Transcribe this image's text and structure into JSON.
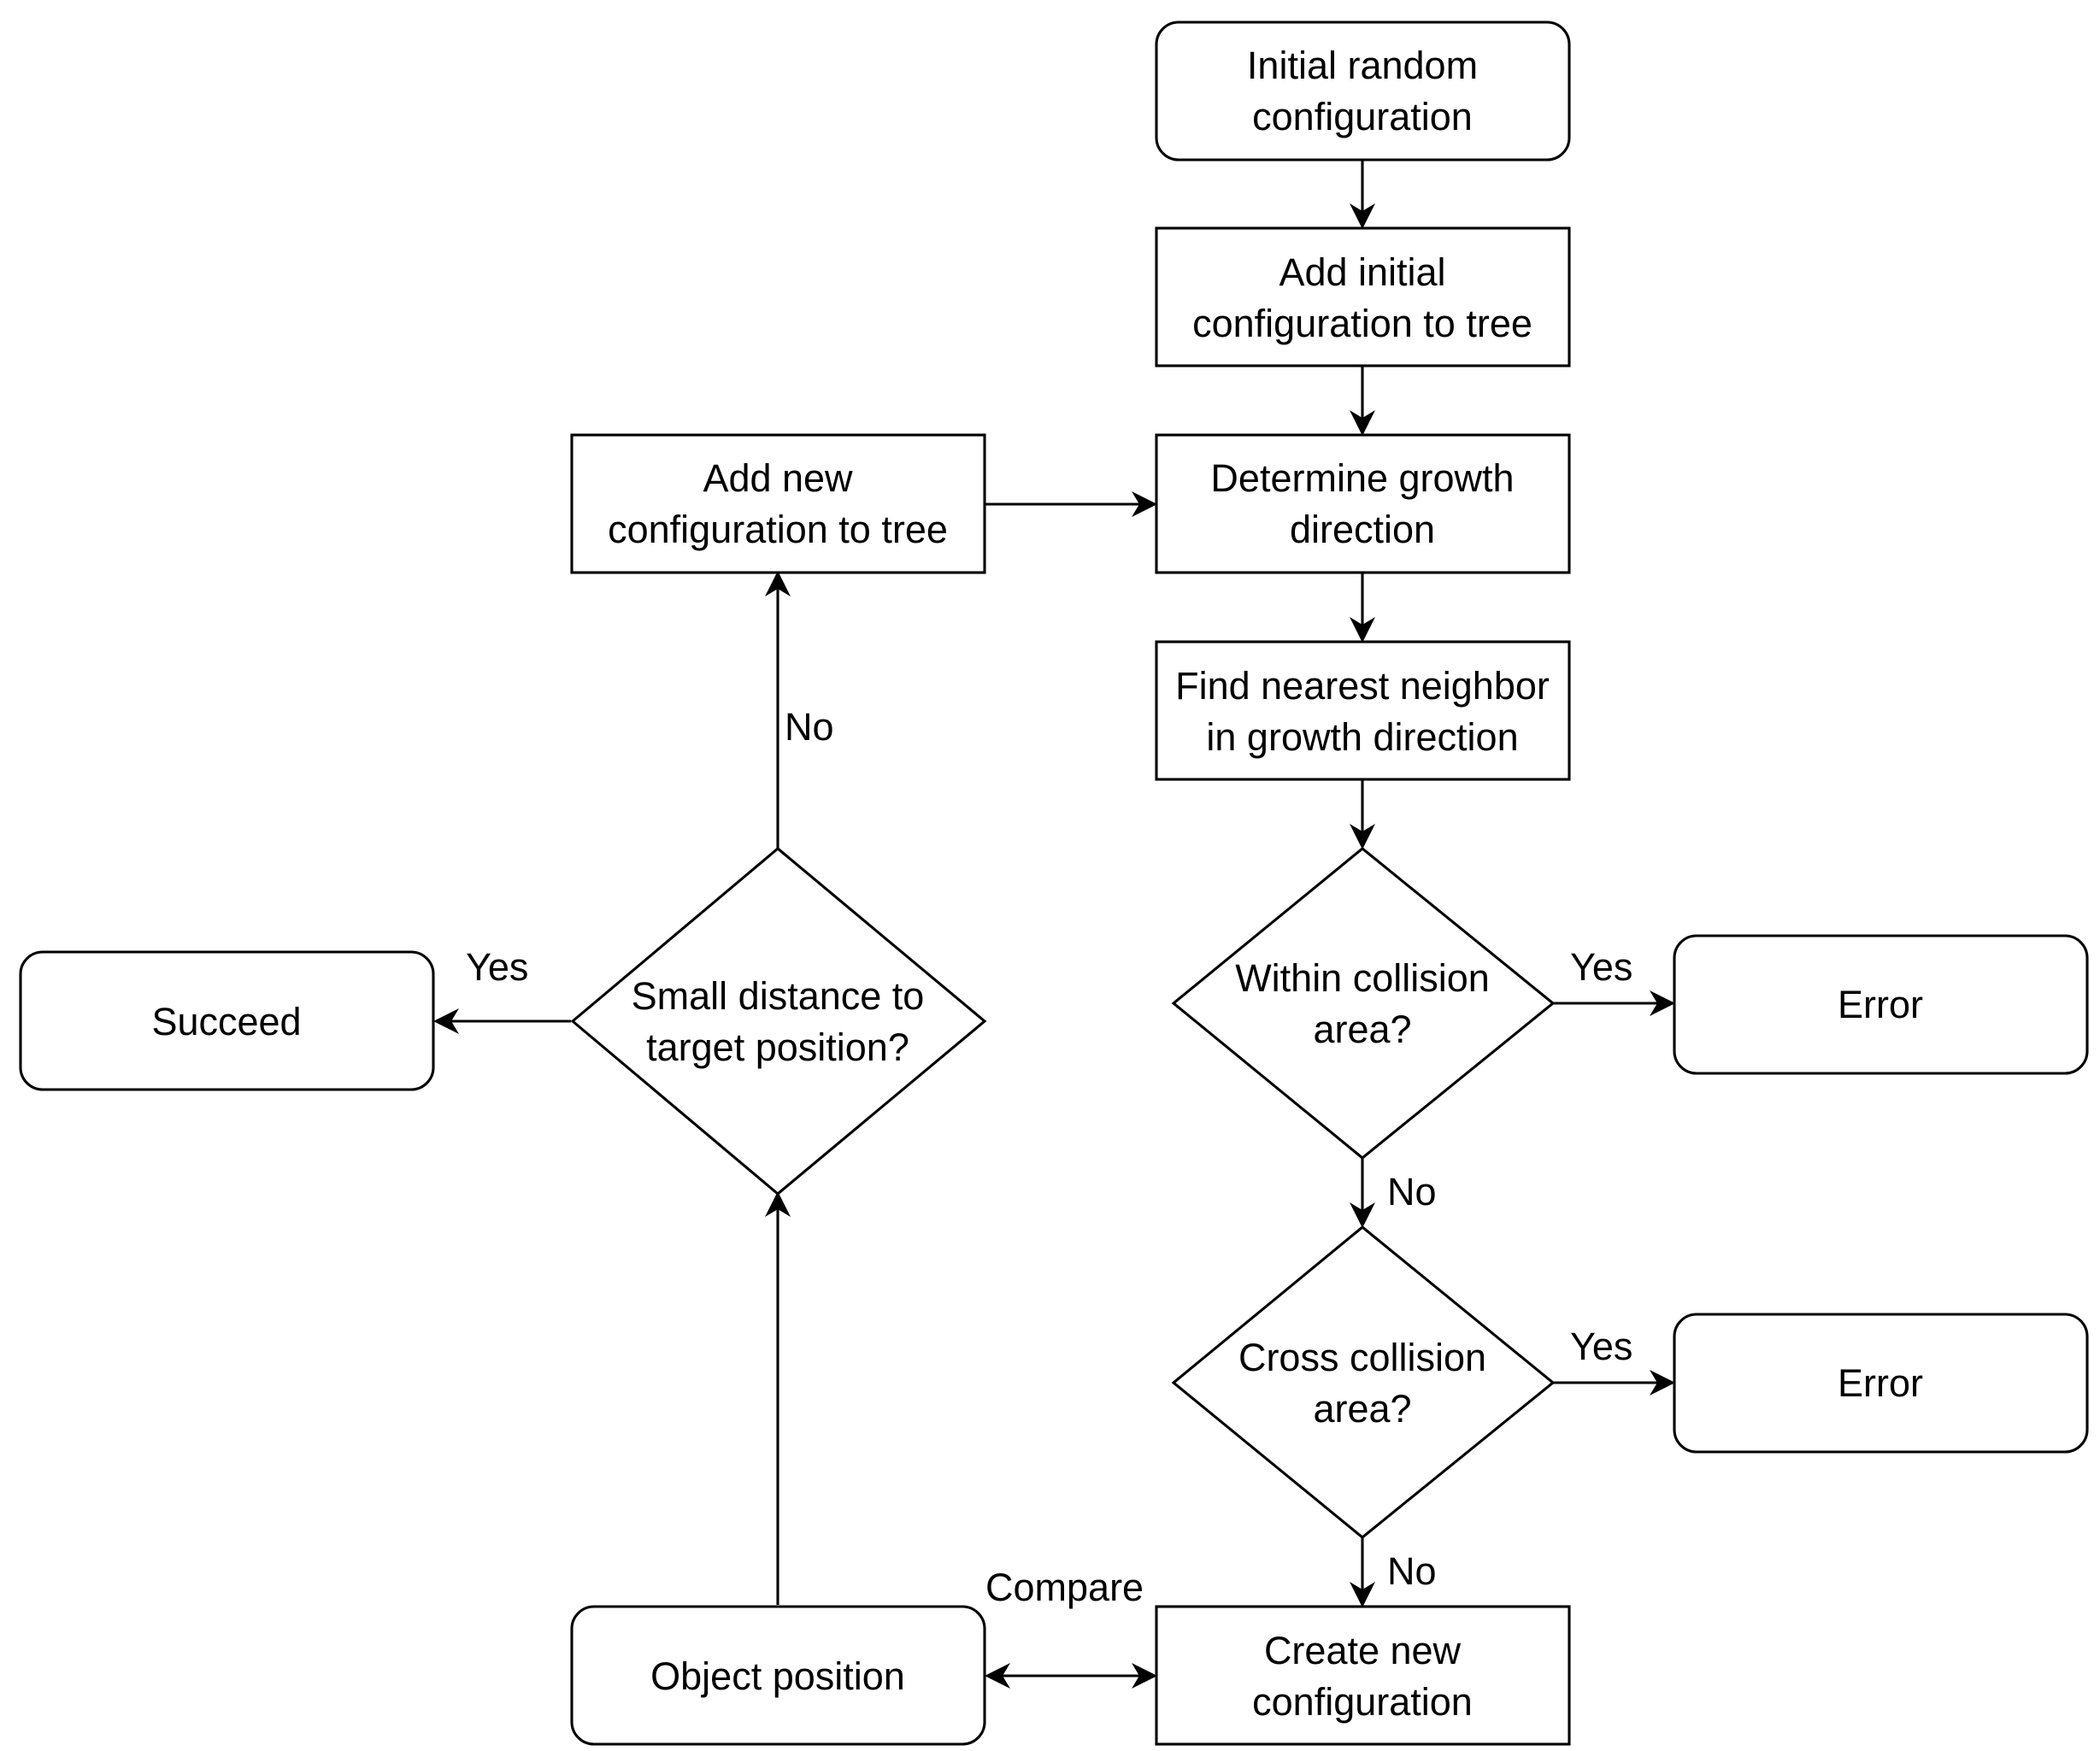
{
  "nodes": {
    "initial_random": {
      "lines": [
        "Initial random",
        "configuration"
      ]
    },
    "add_initial": {
      "lines": [
        "Add initial",
        "configuration to tree"
      ]
    },
    "determine_growth": {
      "lines": [
        "Determine growth",
        "direction"
      ]
    },
    "find_nearest": {
      "lines": [
        "Find nearest neighbor",
        "in growth direction"
      ]
    },
    "within_collision": {
      "lines": [
        "Within collision",
        "area?"
      ]
    },
    "cross_collision": {
      "lines": [
        "Cross collision",
        "area?"
      ]
    },
    "create_new": {
      "lines": [
        "Create new",
        "configuration"
      ]
    },
    "object_position": {
      "lines": [
        "Object position"
      ]
    },
    "small_distance": {
      "lines": [
        "Small distance to",
        "target position?"
      ]
    },
    "add_new": {
      "lines": [
        "Add new",
        "configuration to tree"
      ]
    },
    "succeed": {
      "lines": [
        "Succeed"
      ]
    },
    "error_within": {
      "lines": [
        "Error"
      ]
    },
    "error_cross": {
      "lines": [
        "Error"
      ]
    }
  },
  "edge_labels": {
    "within_yes": "Yes",
    "within_no": "No",
    "cross_yes": "Yes",
    "cross_no": "No",
    "compare": "Compare",
    "distance_yes": "Yes",
    "distance_no": "No"
  }
}
